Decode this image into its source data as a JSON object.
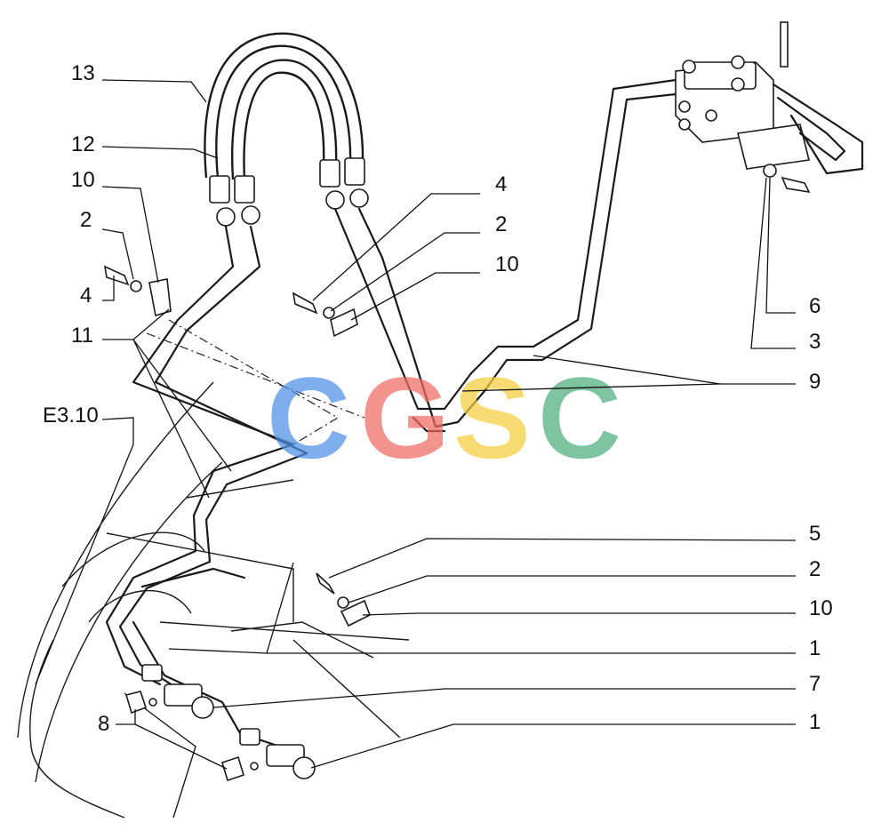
{
  "diagram": {
    "callouts": {
      "c13": "13",
      "c12": "12",
      "c10a": "10",
      "c2a": "2",
      "c4a": "4",
      "c11": "11",
      "e310": "E3.10",
      "c4b": "4",
      "c2b": "2",
      "c10b": "10",
      "c6": "6",
      "c3": "3",
      "c9": "9",
      "c5": "5",
      "c2c": "2",
      "c10c": "10",
      "c1a": "1",
      "c7": "7",
      "c1b": "1",
      "c8": "8"
    },
    "watermark": {
      "letters": [
        "C",
        "G",
        "S",
        "C"
      ],
      "colors": [
        "#4f8fe8",
        "#ee6b62",
        "#f4cc3c",
        "#4fae7c"
      ]
    }
  }
}
